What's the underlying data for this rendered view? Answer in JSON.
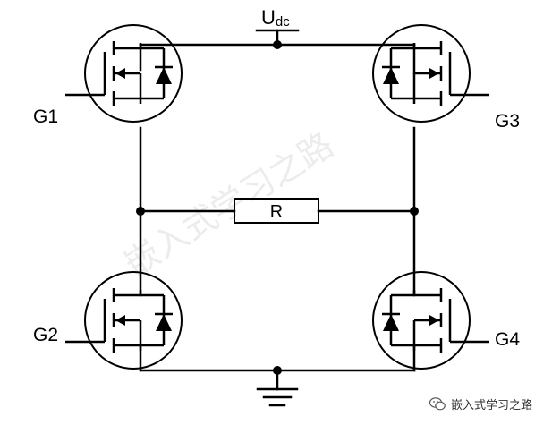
{
  "labels": {
    "supply": "U",
    "supply_sub": "dc",
    "resistor": "R",
    "g1": "G1",
    "g2": "G2",
    "g3": "G3",
    "g4": "G4"
  },
  "watermark": "嵌入式学习之路",
  "footer": {
    "text": "嵌入式学习之路",
    "logo_icon": "wechat-icon"
  },
  "colors": {
    "line": "#000000",
    "background": "#ffffff"
  }
}
